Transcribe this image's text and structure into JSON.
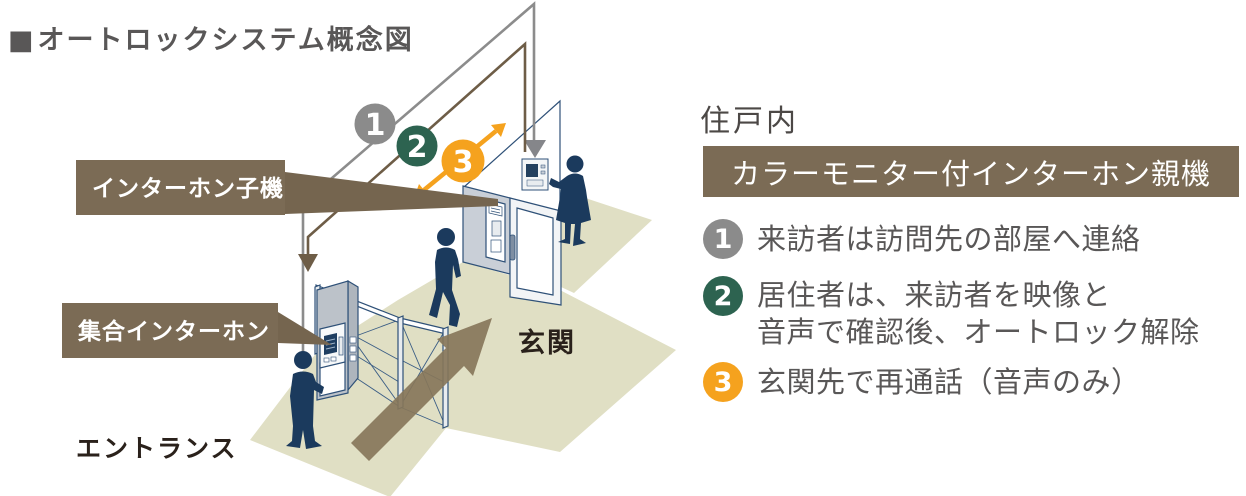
{
  "header": {
    "bullet": "■",
    "title": "オートロックシステム概念図"
  },
  "diagram": {
    "area_labels": {
      "genkan": "玄関",
      "entrance": "エントランス"
    },
    "device_labels": {
      "intercom_child": "インターホン子機",
      "collective_intercom": "集合インターホン"
    },
    "steps": [
      {
        "num": "1",
        "color": "#8B8B8B"
      },
      {
        "num": "2",
        "color": "#2D6350"
      },
      {
        "num": "3",
        "color": "#F5A21E"
      }
    ]
  },
  "panel": {
    "heading": "住戸内",
    "device_box_label": "カラーモニター付インターホン親機",
    "device_box_color": "#7B6B55",
    "items": [
      {
        "num": "1",
        "color": "#8B8B8B",
        "lines": [
          "来訪者は訪問先の部屋へ連絡"
        ]
      },
      {
        "num": "2",
        "color": "#2D6350",
        "lines": [
          "居住者は、来訪者を映像と",
          "音声で確認後、オートロック解除"
        ]
      },
      {
        "num": "3",
        "color": "#F5A21E",
        "lines": [
          "玄関先で再通話（音声のみ）"
        ]
      }
    ]
  },
  "colors": {
    "text_gray": "#595757",
    "dark_label": "#2A211B",
    "label_brown": "#7B6B55",
    "line_brown": "#6E5D47",
    "line_gray": "#8C8C8C",
    "floor_beige": "#E0DFC4",
    "person_navy": "#1B3A5D",
    "accent_orange": "#F5A21E"
  }
}
